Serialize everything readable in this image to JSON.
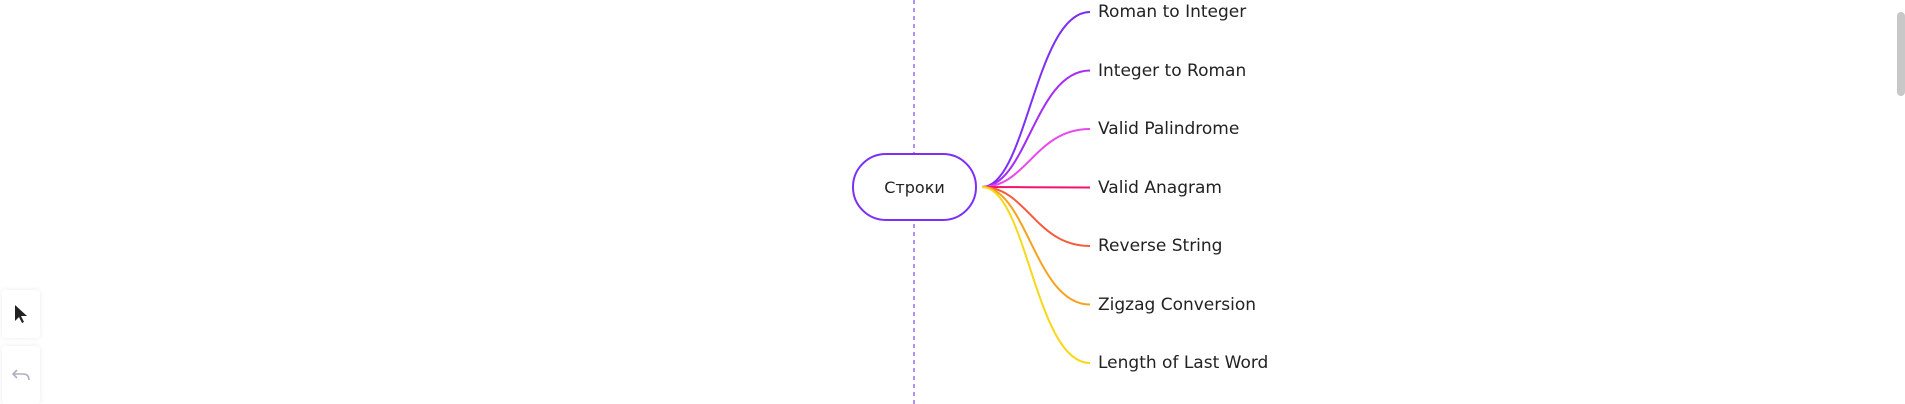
{
  "center": {
    "label": "Строки",
    "color": "#7b2ff7"
  },
  "branches": [
    {
      "label": "Roman to Integer",
      "color": "#7b2ff7"
    },
    {
      "label": "Integer to Roman",
      "color": "#a52cf5"
    },
    {
      "label": "Valid Palindrome",
      "color": "#e84af0"
    },
    {
      "label": "Valid Anagram",
      "color": "#f0146e"
    },
    {
      "label": "Reverse String",
      "color": "#f75a3a"
    },
    {
      "label": "Zigzag Conversion",
      "color": "#f7a21e"
    },
    {
      "label": "Length of Last Word",
      "color": "#f7d81a"
    }
  ],
  "guide": {
    "color": "#9b6cf2"
  },
  "toolbar": {
    "select_tool": "cursor-icon",
    "undo": "undo-icon"
  }
}
